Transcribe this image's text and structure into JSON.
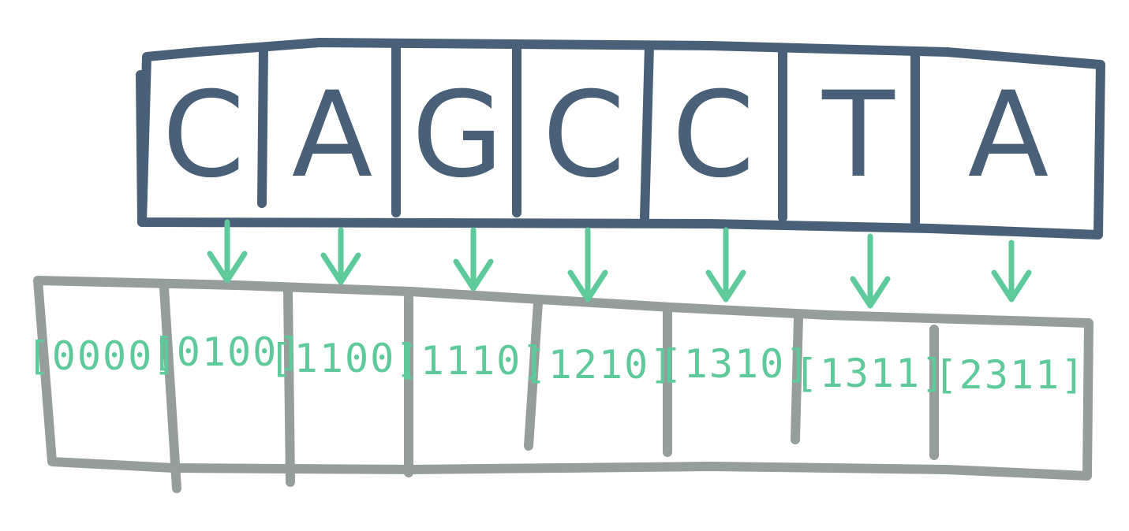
{
  "colors": {
    "sequence_stroke": "#4a6078",
    "count_stroke": "#959e9b",
    "arrow": "#5ec99a",
    "count_text": "#5ec99a",
    "background": "#ffffff"
  },
  "sequence": [
    "C",
    "A",
    "G",
    "C",
    "C",
    "T",
    "A"
  ],
  "counts": [
    "[0000]",
    "[0100]",
    "[1100]",
    "[1110]",
    "[1210]",
    "[1310]",
    "[1311]",
    "[2311]"
  ]
}
